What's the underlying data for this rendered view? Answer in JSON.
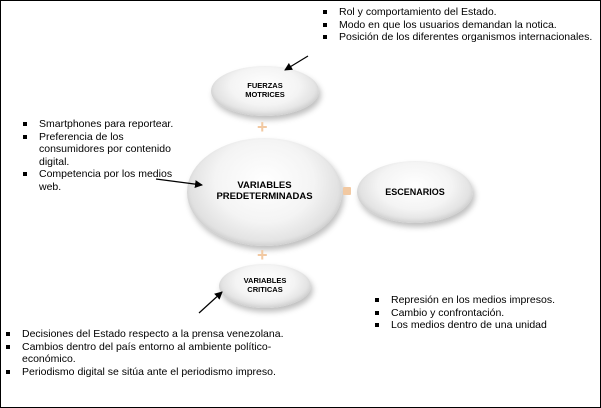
{
  "nodes": {
    "fuerzas": "FUERZAS MOTRICES",
    "variables_pred": "VARIABLES PREDETERMINADAS",
    "escenarios": "ESCENARIOS",
    "variables_crit": "VARIABLES CRITICAS"
  },
  "lists": {
    "top_right": [
      "Rol y comportamiento del Estado.",
      "Modo en que los usuarios demandan la notica.",
      "Posición de los diferentes organismos internacionales."
    ],
    "left": [
      "Smartphones para reportear.",
      "Preferencia de los consumidores por contenido digital.",
      "Competencia por los medios web."
    ],
    "right_bottom": [
      "Represión en los medios impresos.",
      "Cambio y confrontación.",
      "Los medios dentro de una unidad"
    ],
    "bottom_left": [
      "Decisiones del Estado respecto a la prensa venezolana.",
      "Cambios dentro del país entorno al ambiente político-económico.",
      "Periodismo digital se sitúa ante el periodismo impreso."
    ]
  },
  "colors": {
    "connector": "#f2c9a2",
    "ellipse_edge": "#c6c6c6"
  }
}
